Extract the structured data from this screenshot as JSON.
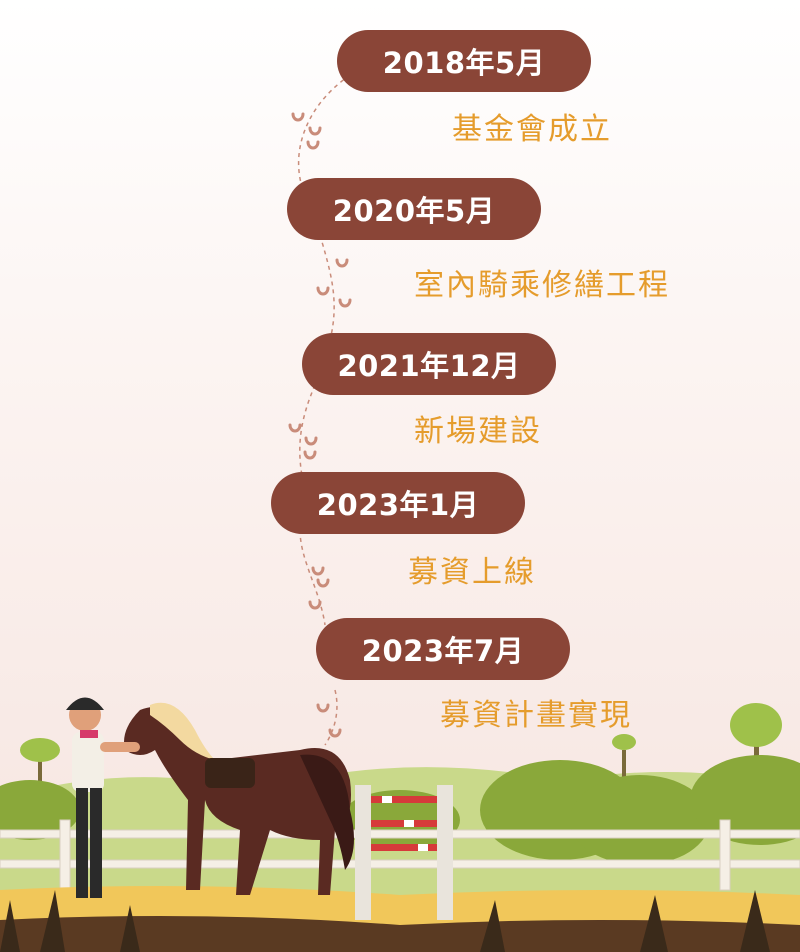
{
  "timeline": [
    {
      "date": "2018年5月",
      "event": "基金會成立"
    },
    {
      "date": "2020年5月",
      "event": "室內騎乘修繕工程"
    },
    {
      "date": "2021年12月",
      "event": "新場建設"
    },
    {
      "date": "2023年1月",
      "event": "募資上線"
    },
    {
      "date": "2023年7月",
      "event": "募資計畫實現"
    }
  ],
  "colors": {
    "pill": "#8a4537",
    "event_text": "#e59c2c",
    "horseshoe": "#c98c7a",
    "grass": "#9fc14a",
    "horse": "#5a2a22"
  },
  "illustration": {
    "subject": "rider-with-horse-and-jump-fence"
  }
}
